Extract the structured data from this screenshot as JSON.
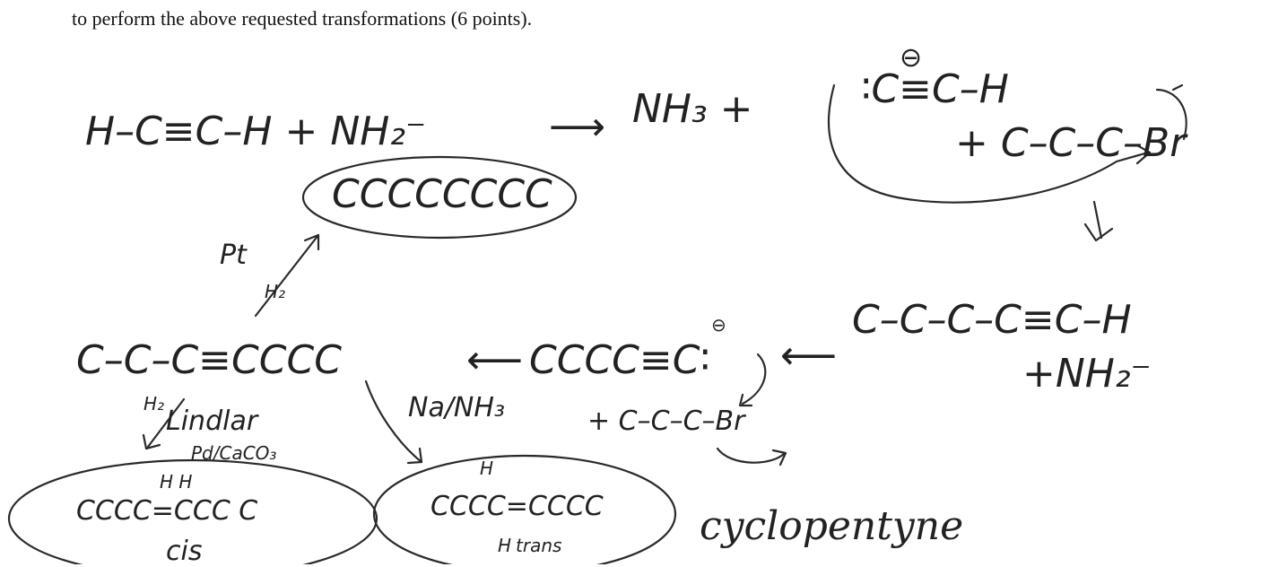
{
  "printed": {
    "top_line": "to perform the above requested transformations (6 points)."
  },
  "handwriting": {
    "rxn1": {
      "left": "H–C≡C–H + NH₂⁻",
      "arrow": "⟶",
      "right": "NH₃ +"
    },
    "charge_top": "⊖",
    "acetylide": "∶C≡C–H",
    "bromide_1": "+ C–C–C–Br",
    "arrow_down": "↓",
    "hexyne_1": "C–C–C–C≡C–H",
    "plus_nh2": "+NH₂⁻",
    "octane": "CCCCCCCC",
    "pt": "Pt",
    "h2_a": "H₂",
    "oct_yne": "C–C–C≡CCCC",
    "left_arrow": "⟵",
    "acetylide_2": "CCCC≡C∶",
    "charge_mid": "⊖",
    "left_arrow_2": "⟵",
    "bromide_2": "+ C–C–C–Br",
    "h2_b": "H₂",
    "lindlar": "Lindlar",
    "pd_caco3": "Pd/CaCO₃",
    "na_nh3": "Na/NH₃",
    "hh": "H H",
    "cis_alkene": "CCCC=CCC C",
    "cis_label": "cis",
    "h_top": "H",
    "trans_alkene": "CCCC=CCCC",
    "h_bottom": "H",
    "trans_label": "trans",
    "cyclopentyne": "cyclopentyne"
  }
}
